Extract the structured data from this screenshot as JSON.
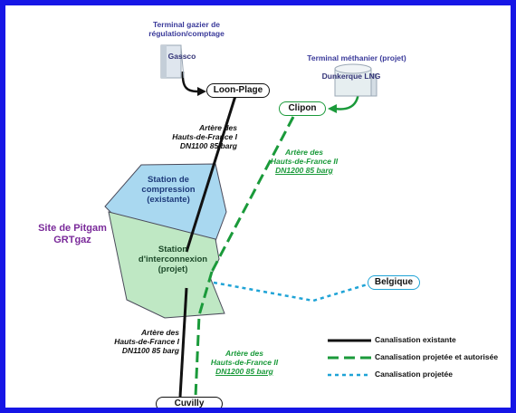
{
  "terminal_gazier": {
    "line1": "Terminal gazier de",
    "line2": "régulation/comptage",
    "name": "Gassco"
  },
  "terminal_methanier": {
    "line1": "Terminal méthanier (projet)",
    "name": "Dunkerque LNG"
  },
  "nodes": {
    "loon_plage": "Loon-Plage",
    "clipon": "Clipon",
    "belgique": "Belgique",
    "cuvilly": "Cuvilly"
  },
  "arteres": {
    "north_black": {
      "line1": "Artère des",
      "line2": "Hauts-de-France I",
      "line3": "DN1100 85 barg"
    },
    "north_green": {
      "line1": "Artère des",
      "line2": "Hauts-de-France II",
      "line3": "DN1200 85 barg"
    },
    "south_black": {
      "line1": "Artère des",
      "line2": "Hauts-de-France I",
      "line3": "DN1100 85 barg"
    },
    "south_green": {
      "line1": "Artère des",
      "line2": "Hauts-de-France II",
      "line3": "DN1200 85 barg"
    }
  },
  "stations": {
    "compression": {
      "line1": "Station de",
      "line2": "compression",
      "line3": "(existante)"
    },
    "interconnexion": {
      "line1": "Station",
      "line2": "d'interconnexion",
      "line3": "(projet)"
    }
  },
  "site": {
    "line1": "Site de Pitgam",
    "line2": "GRTgaz"
  },
  "legend": {
    "existing": "Canalisation existante",
    "projected_authorized": "Canalisation projetée et autorisée",
    "projected": "Canalisation projetée"
  },
  "colors": {
    "frame": "#1616e6",
    "existing": "#111111",
    "projected_authorized": "#1a9a3a",
    "projected": "#1fa3d6",
    "compression_fill": "#a9d8f0",
    "interconnexion_fill": "#bfe8c4"
  }
}
